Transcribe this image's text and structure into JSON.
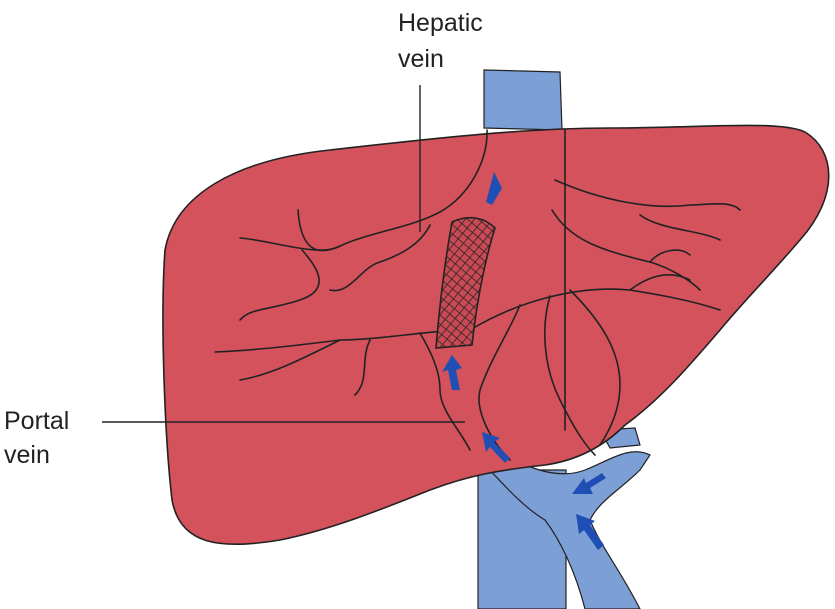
{
  "labels": {
    "hepatic_vein": [
      "Hepatic",
      "vein"
    ],
    "portal_vein": [
      "Portal",
      "vein"
    ]
  },
  "colors": {
    "liver": "#d4525c",
    "vein": "#7c9fd6",
    "outline": "#222222",
    "flow_arrow": "#1f4fb4",
    "stent": "#222222"
  }
}
